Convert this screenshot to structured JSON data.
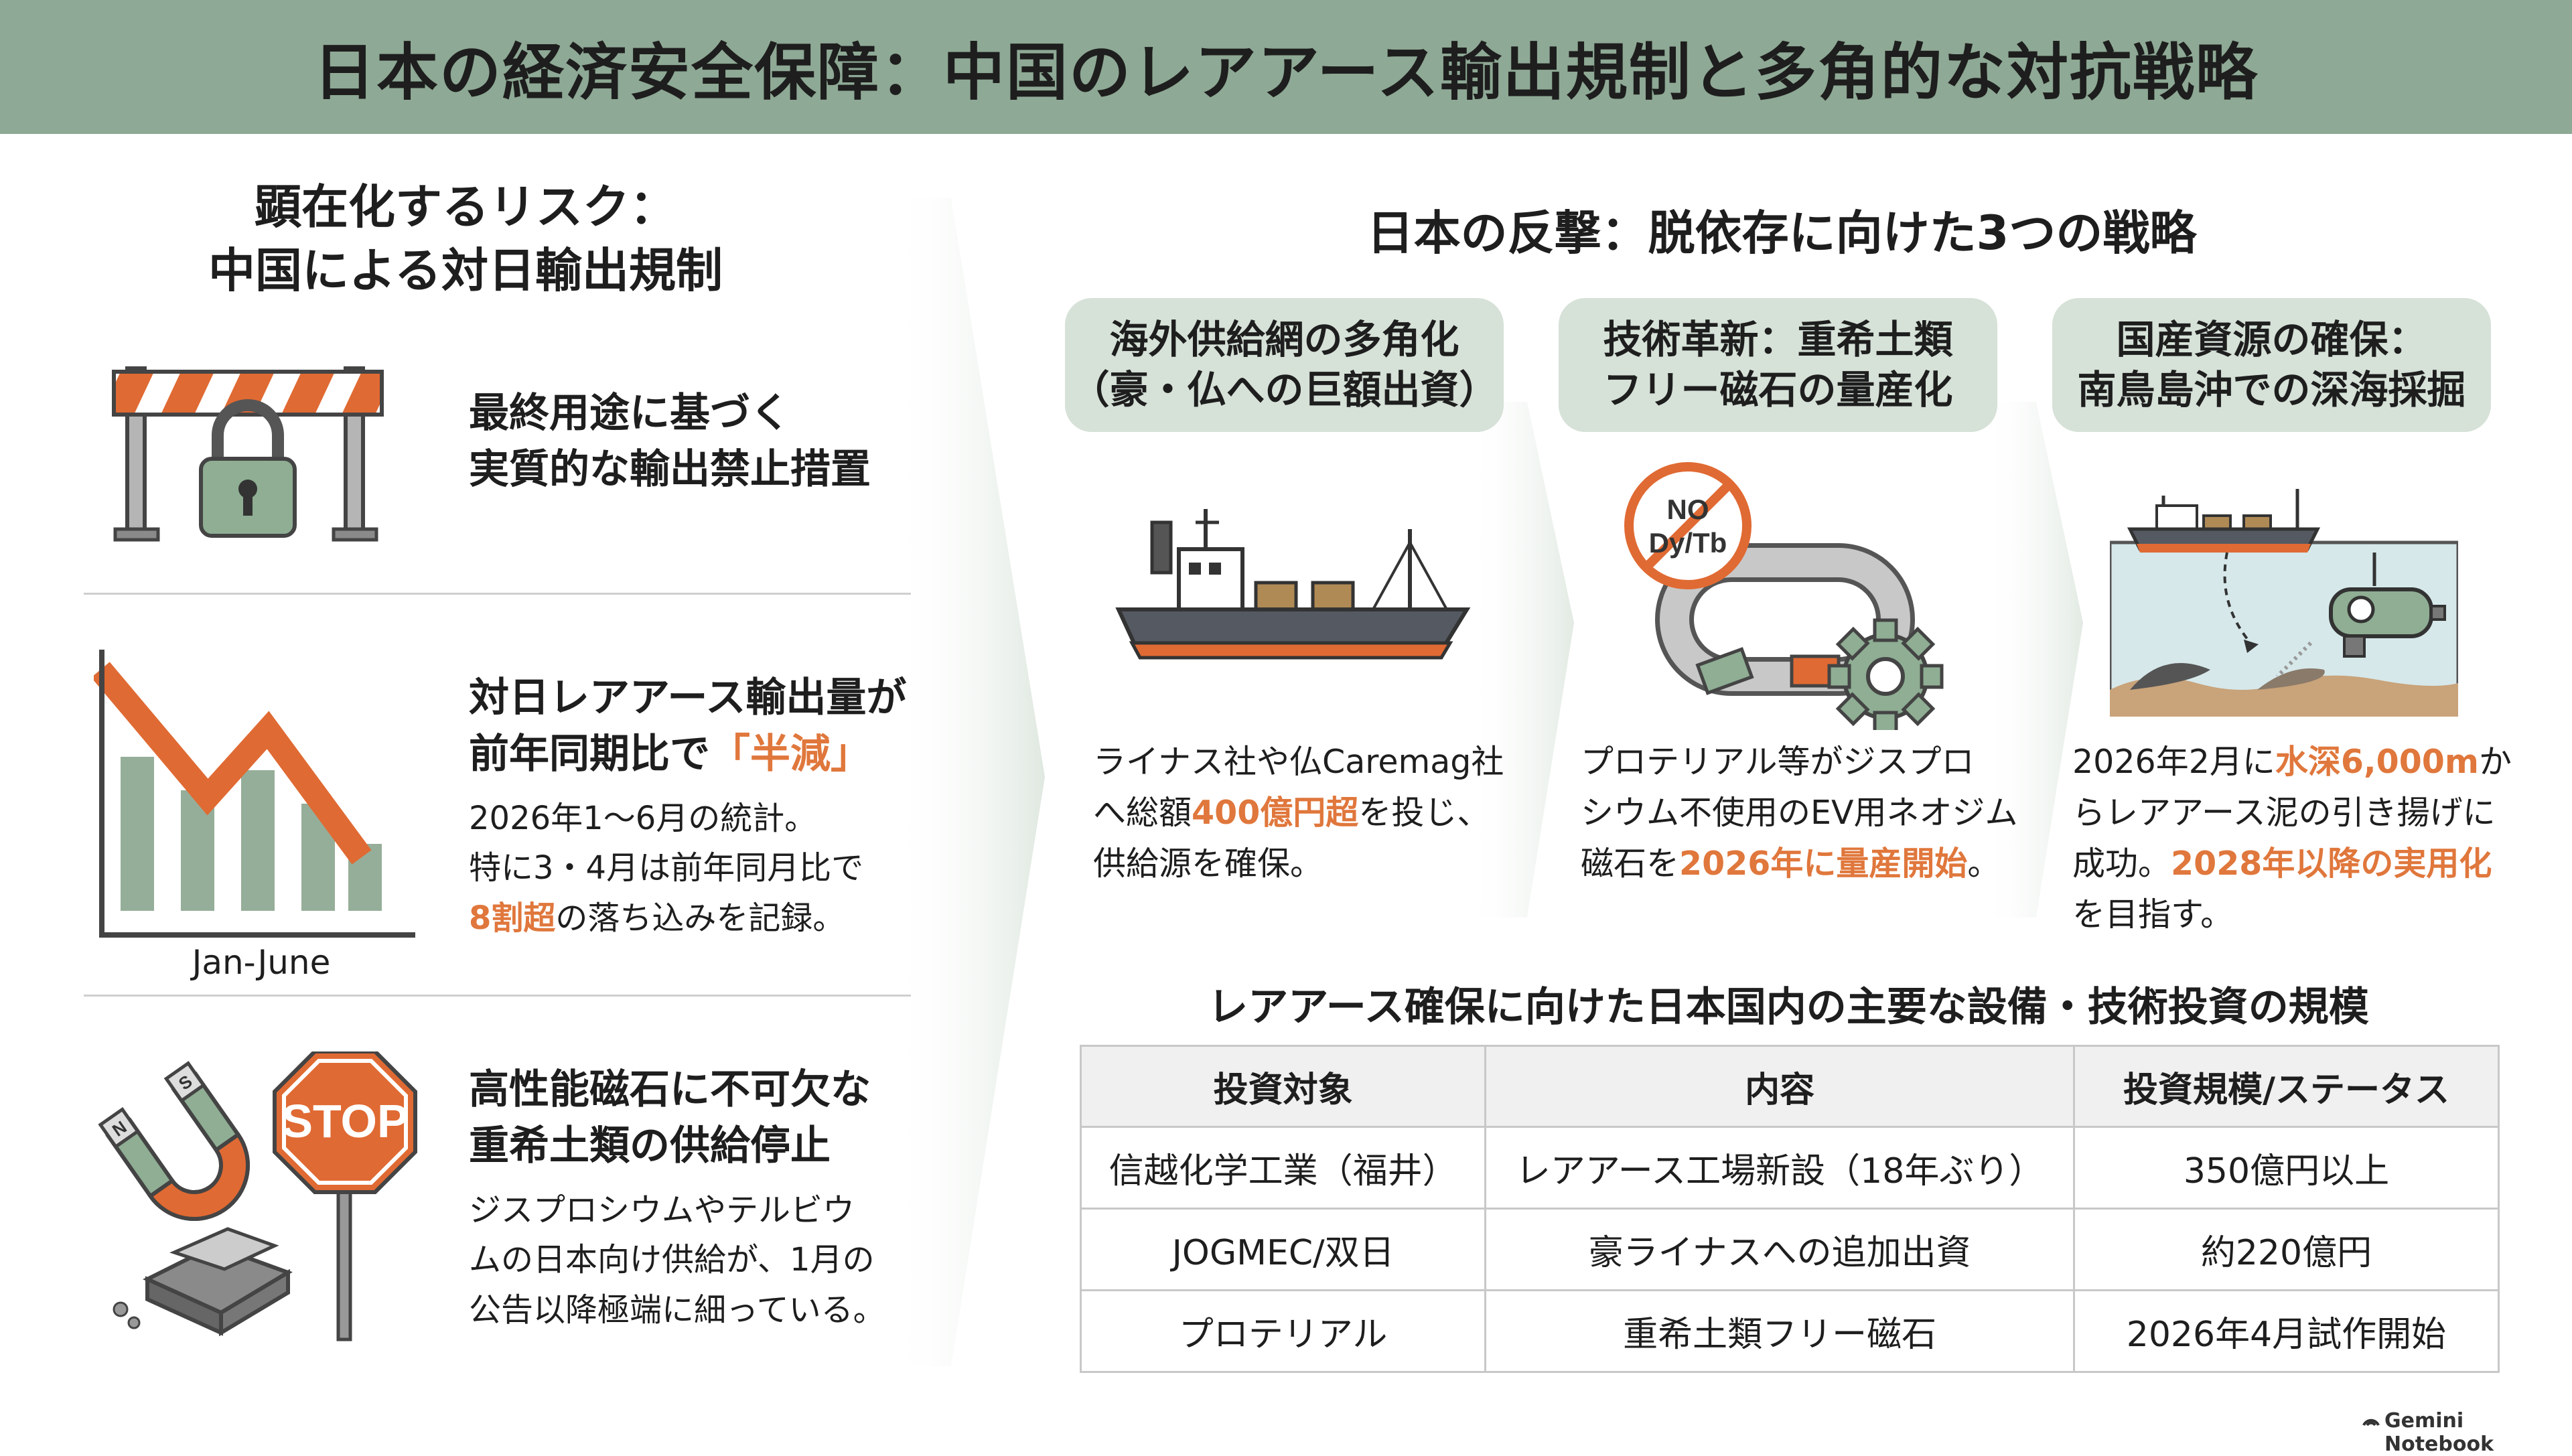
{
  "title": "日本の経済安全保障：中国のレアアース輸出規制と多角的な対抗戦略",
  "left_panel": {
    "heading_line1": "顕在化するリスク：",
    "heading_line2": "中国による対日輸出規制",
    "risks": [
      {
        "title_line1": "最終用途に基づく",
        "title_line2": "実質的な輸出禁止措置",
        "icon": "barrier-lock-icon"
      },
      {
        "title_line1": "対日レアアース輸出量が",
        "title_line2_pre": "前年同期比で",
        "title_line2_hl": "「半減」",
        "desc_line1": "2026年1〜6月の統計。",
        "desc_line2": "特に3・4月は前年同月比で",
        "desc_line3_hl": "8割超",
        "desc_line3_post": "の落ち込みを記録。",
        "chart_label": "Jan-June",
        "icon": "declining-chart-icon"
      },
      {
        "title_line1": "高性能磁石に不可欠な",
        "title_line2": "重希土類の供給停止",
        "desc_line1": "ジスプロシウムやテルビウ",
        "desc_line2": "ムの日本向け供給が、1月の",
        "desc_line3": "公告以降極端に細っている。",
        "magnet_n": "N",
        "magnet_s": "S",
        "stop_text": "STOP",
        "icon": "magnet-stop-sign-icon"
      }
    ]
  },
  "right_panel": {
    "heading": "日本の反撃：脱依存に向けた3つの戦略",
    "strategies": [
      {
        "title_line1": "海外供給網の多角化",
        "title_line2": "（豪・仏への巨額出資）",
        "desc_line1": "ライナス社や仏Caremag社",
        "desc_line2_pre": "へ総額",
        "desc_line2_hl": "400億円超",
        "desc_line2_post": "を投じ、",
        "desc_line3": "供給源を確保。",
        "icon": "cargo-ship-icon"
      },
      {
        "title_line1": "技術革新：重希土類",
        "title_line2": "フリー磁石の量産化",
        "desc_line1": "プロテリアル等がジスプロ",
        "desc_line2": "シウム不使用のEV用ネオジム",
        "desc_line3_pre": "磁石を",
        "desc_line3_hl": "2026年に量産開始",
        "desc_line3_post": "。",
        "no_line1": "NO",
        "no_line2": "Dy/Tb",
        "icon": "magnet-gear-icon"
      },
      {
        "title_line1": "国産資源の確保：",
        "title_line2": "南鳥島沖での深海採掘",
        "desc_line1_pre": "2026年2月に",
        "desc_line1_hl": "水深6,000m",
        "desc_line1_post": "か",
        "desc_line2": "らレアアース泥の引き揚げに",
        "desc_line3_pre": "成功。",
        "desc_line3_hl": "2028年以降の実用化",
        "desc_line4": "を目指す。",
        "icon": "deep-sea-mining-icon"
      }
    ],
    "table": {
      "title": "レアアース確保に向けた日本国内の主要な設備・技術投資の規模",
      "headers": [
        "投資対象",
        "内容",
        "投資規模/ステータス"
      ],
      "rows": [
        [
          "信越化学工業（福井）",
          "レアアース工場新設（18年ぶり）",
          "350億円以上"
        ],
        [
          "JOGMEC/双日",
          "豪ライナスへの追加出資",
          "約220億円"
        ],
        [
          "プロテリアル",
          "重希土類フリー磁石",
          "2026年4月試作開始"
        ]
      ]
    }
  },
  "footer": {
    "brand": "Gemini Notebook"
  },
  "colors": {
    "header_bg": "#8ea995",
    "pill_bg": "#d6e1d8",
    "accent": "#e0773c",
    "chevron": "#e4ece5"
  }
}
